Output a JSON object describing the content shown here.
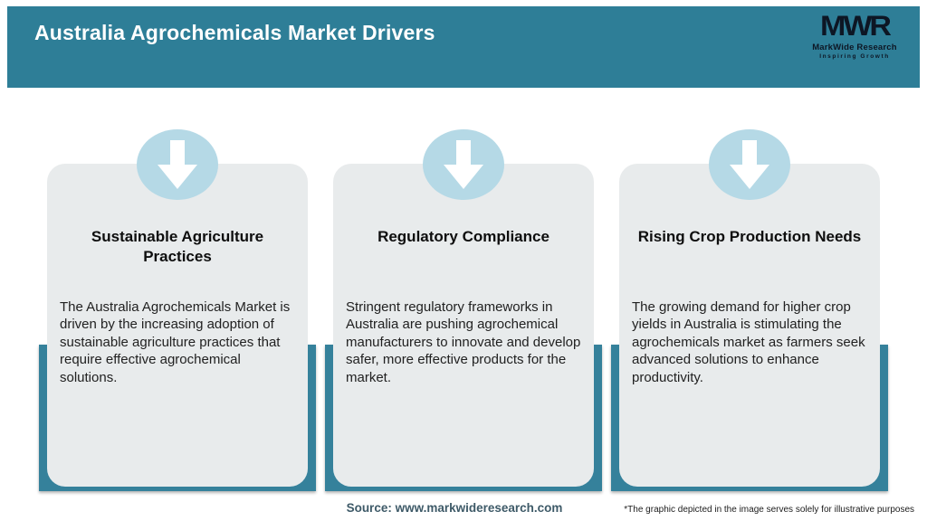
{
  "header": {
    "title": "Australia Agrochemicals Market Drivers",
    "logo": {
      "mark": "MWR",
      "name": "MarkWide Research",
      "tagline": "Inspiring Growth"
    }
  },
  "cards": [
    {
      "icon": "arrow-down-icon",
      "title": "Sustainable Agriculture Practices",
      "description": "The Australia Agrochemicals Market is driven by the increasing adoption of sustainable agriculture practices that require effective agrochemical solutions."
    },
    {
      "icon": "arrow-down-icon",
      "title": "Regulatory Compliance",
      "description": "Stringent regulatory frameworks in Australia are pushing agrochemical manufacturers to innovate and develop safer, more effective products for the market."
    },
    {
      "icon": "arrow-down-icon",
      "title": "Rising Crop Production Needs",
      "description": "The growing demand for higher crop yields in Australia is stimulating the agrochemicals market as farmers seek advanced solutions to enhance productivity."
    }
  ],
  "footer": {
    "source": "Source: www.markwideresearch.com",
    "disclaimer": "*The graphic depicted in the image serves solely for illustrative purposes"
  },
  "colors": {
    "header_teal": "#2e7e97",
    "backdrop_teal": "#35819b",
    "card_gray": "#e8ebec",
    "circle_blue": "#b5d9e6",
    "source_text": "#3e5a68",
    "logo_dark": "#0d1624",
    "title_white": "#ffffff"
  }
}
